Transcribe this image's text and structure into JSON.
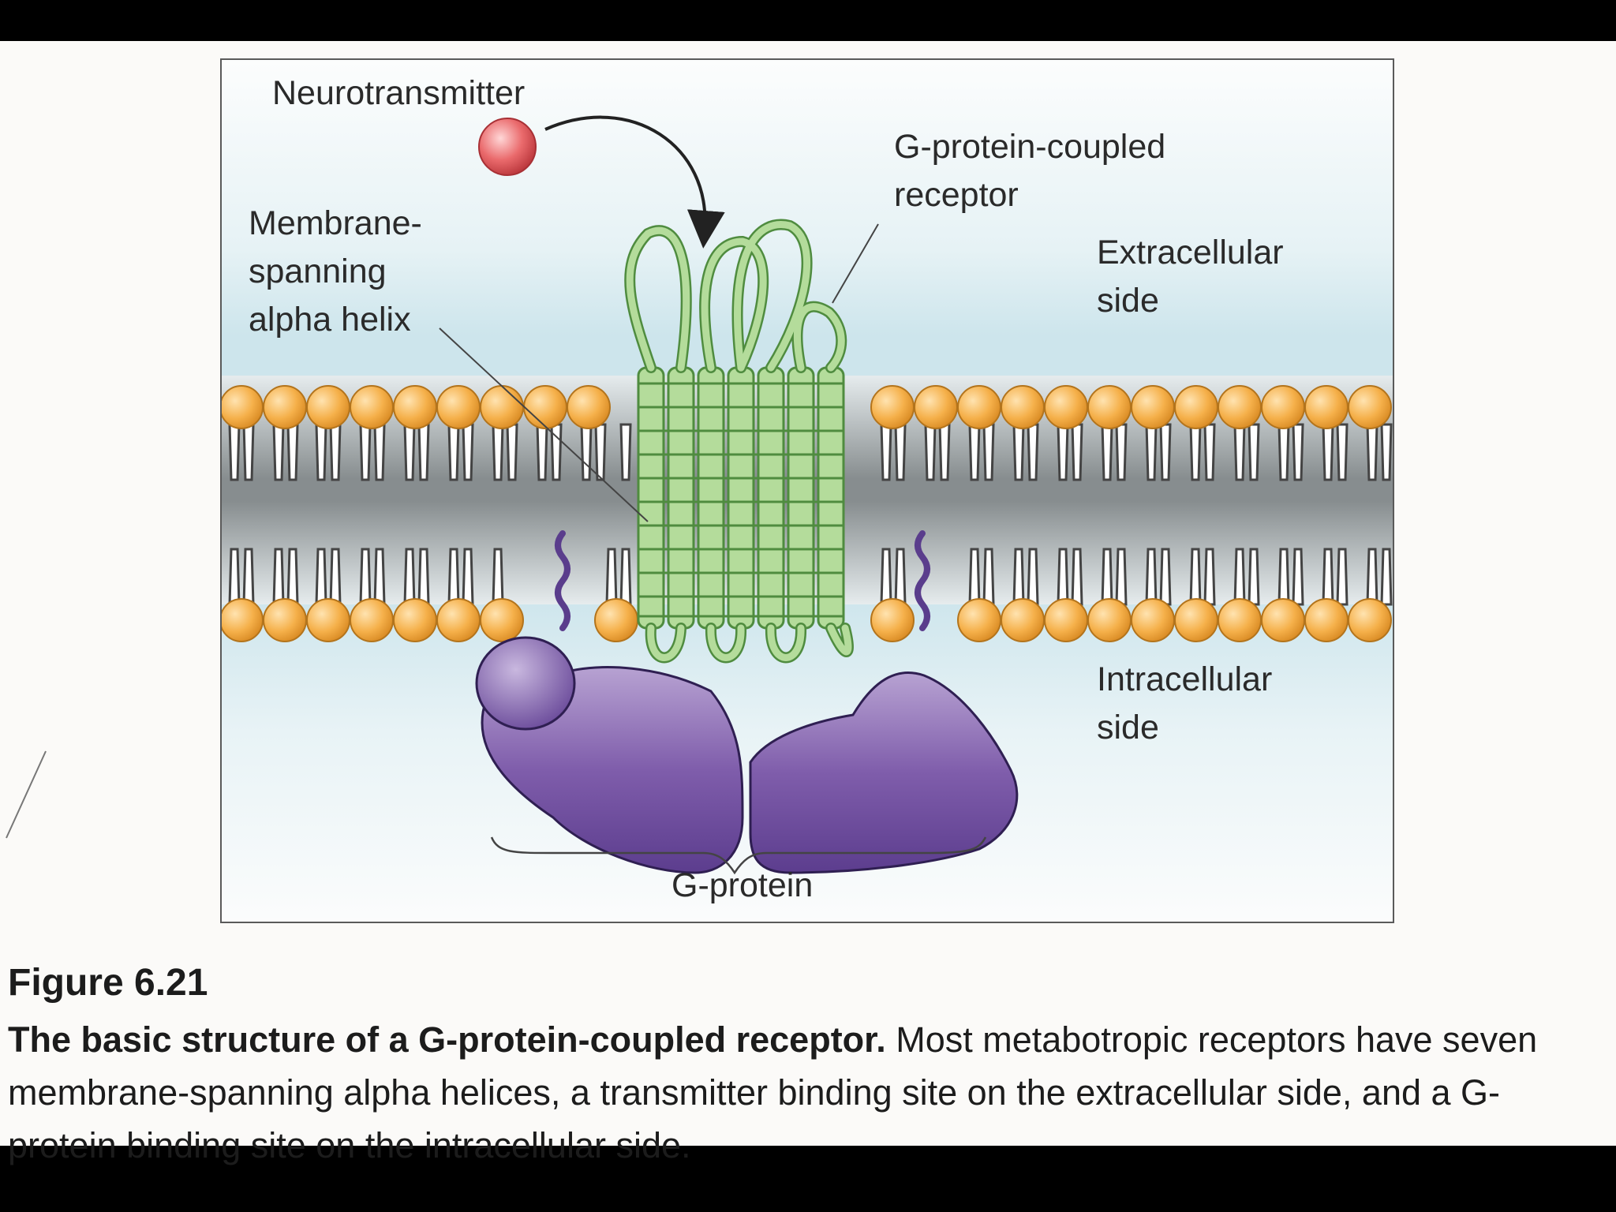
{
  "diagram": {
    "labels": {
      "neurotransmitter": "Neurotransmitter",
      "receptor_line1": "G-protein-coupled",
      "receptor_line2": "receptor",
      "helix_line1": "Membrane-",
      "helix_line2": "spanning",
      "helix_line3": "alpha helix",
      "extracellular_line1": "Extracellular",
      "extracellular_line2": "side",
      "intracellular_line1": "Intracellular",
      "intracellular_line2": "side",
      "g_protein": "G-protein"
    },
    "colors": {
      "neurotransmitter": "#e8585c",
      "phospholipid_head": "#f5b04a",
      "helix": "#a9d48f",
      "helix_outline": "#4f8c3f",
      "g_protein": "#7a58a6",
      "extracellular_bg": "#cfe6ec",
      "intracellular_bg": "#dcecf2"
    }
  },
  "caption": {
    "figure_number": "Figure 6.21",
    "title": "The basic structure of a G-protein-coupled receptor.",
    "body": "Most metabotropic receptors have seven membrane-spanning alpha helices, a transmitter binding site on the extracellular side, and a G-protein binding site on the intracellular side."
  }
}
